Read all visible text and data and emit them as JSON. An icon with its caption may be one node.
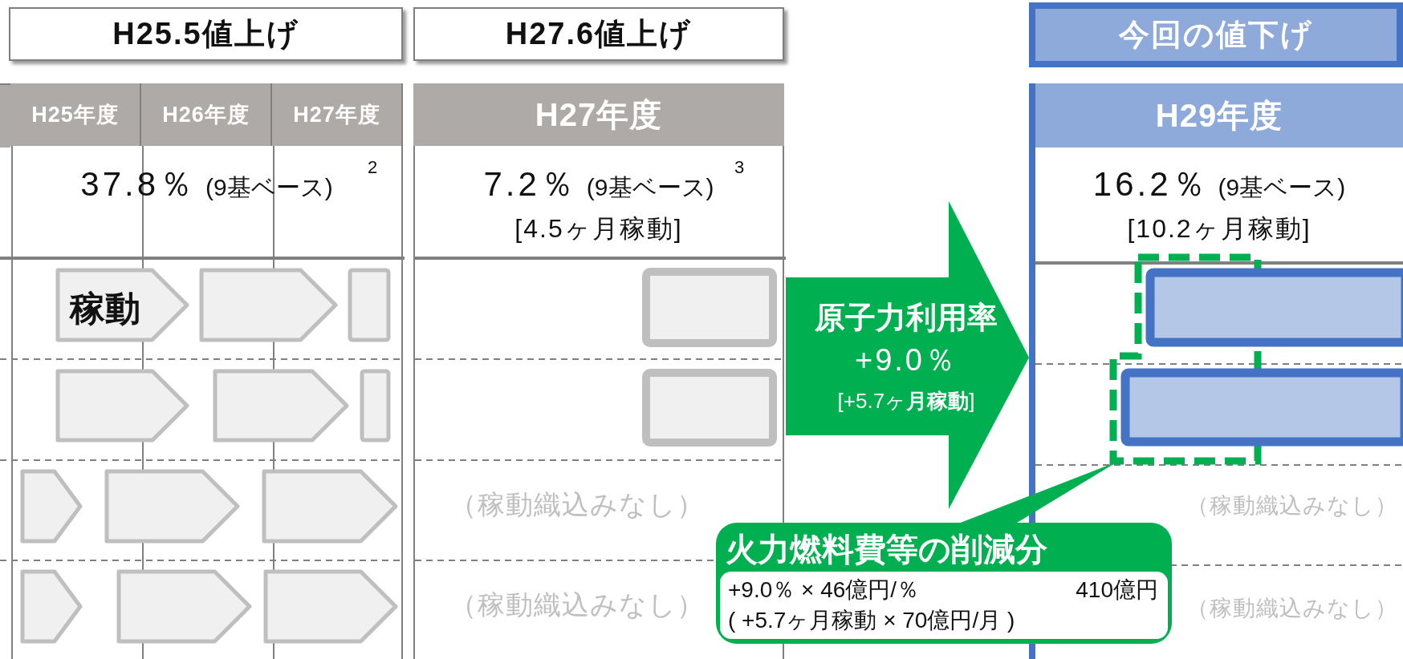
{
  "diagram": {
    "nodes": [
      {
        "text": [
          "H25.5値上げ"
        ]
      },
      {
        "text": [
          "H27.6値上げ"
        ]
      },
      {
        "text": [
          "今回の値下げ"
        ]
      },
      {
        "text": [
          "H25年度"
        ]
      },
      {
        "text": [
          "H26年度"
        ]
      },
      {
        "text": [
          "H27年度"
        ]
      },
      {
        "text": [
          "H27年度"
        ]
      },
      {
        "text": [
          "H29年度"
        ]
      },
      {
        "text": [
          "37.8％",
          "(9基ベース)",
          "2"
        ]
      },
      {
        "text": [
          "7.2％",
          "(9基ベース)",
          "3",
          "[4.5ヶ月稼動]"
        ]
      },
      {
        "text": [
          "16.2％",
          "(9基ベース)",
          "[10.2ヶ月稼動]"
        ]
      },
      {
        "text": [
          "稼動"
        ]
      },
      {
        "text": [],
        "shape": "pentagon"
      },
      {
        "text": [],
        "shape": "box"
      },
      {
        "text": [],
        "shape": "pentagon"
      },
      {
        "text": [],
        "shape": "pentagon"
      },
      {
        "text": [],
        "shape": "box"
      },
      {
        "text": [],
        "shape": "pentagon"
      },
      {
        "text": [],
        "shape": "pentagon"
      },
      {
        "text": [],
        "shape": "pentagon"
      },
      {
        "text": [],
        "shape": "pentagon"
      },
      {
        "text": [],
        "shape": "pentagon"
      },
      {
        "text": [],
        "shape": "pentagon"
      },
      {
        "text": [],
        "shape": "box"
      },
      {
        "text": [],
        "shape": "box"
      },
      {
        "text": [
          "原子力利用率",
          "+9.0％",
          "[+5.7ヶ**月稼動**]"
        ]
      },
      {
        "text": [],
        "shape": "box"
      },
      {
        "text": [],
        "shape": "box"
      },
      {
        "text": [],
        "shape": "box"
      },
      {
        "text": [
          "火力燃料費等の削減分"
        ]
      },
      {
        "text": [
          "+9.0％ × 46億円/％",
          "410億円",
          "( +5.7ヶ月稼動 × 70億円/月 )"
        ],
        "in": 29
      }
    ],
    "edges": [
      {
        "from": 29,
        "to": 26,
        "arrow": "none"
      }
    ],
    "labels": [
      "（稼動織込みなし）",
      "（稼動織込みなし）",
      "（稼動織込みなし）",
      "（稼動織込みなし）"
    ]
  }
}
